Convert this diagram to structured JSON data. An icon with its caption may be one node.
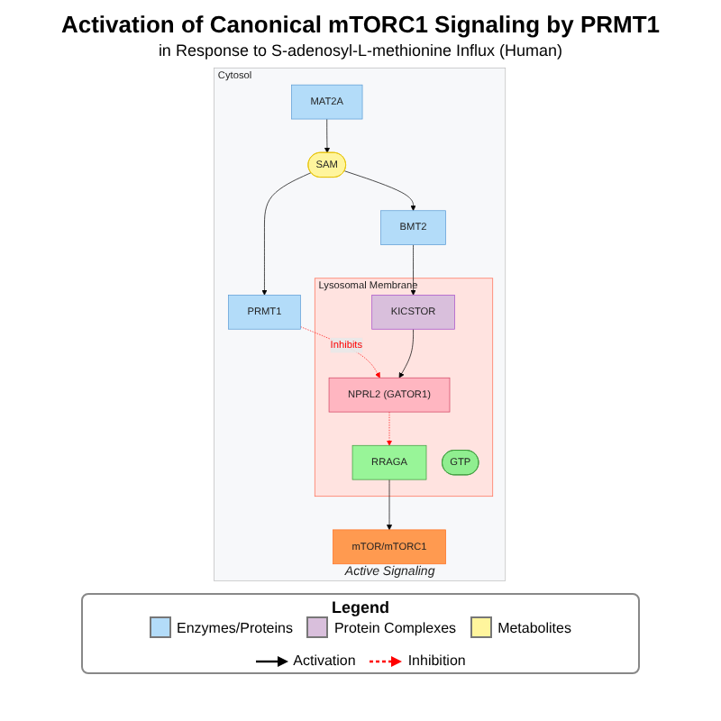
{
  "diagram": {
    "title": "Activation of Canonical mTORC1 Signaling by PRMT1",
    "nodes": [
      {
        "text": [
          "Cytosol"
        ]
      },
      {
        "text": [
          "MAT2A"
        ],
        "in": 0
      },
      {
        "text": [
          "SAM"
        ],
        "in": 0
      },
      {
        "text": [
          "Lysosomal Membrane"
        ],
        "in": 0
      },
      {
        "text": [
          "BMT2"
        ],
        "in": 0
      },
      {
        "text": [
          "PRMT1"
        ],
        "in": 0
      },
      {
        "text": [
          "KICSTOR"
        ],
        "in": 3
      },
      {
        "text": [
          "NPRL2 (GATOR1)"
        ],
        "in": 3
      },
      {
        "text": [
          "GTP"
        ],
        "in": 3
      },
      {
        "text": [
          "RRAGA"
        ],
        "in": 3
      },
      {
        "text": [
          "mTOR/mTORC1"
        ],
        "in": 0,
        "beside": [
          "Active Signaling"
        ]
      }
    ],
    "edges": [
      {
        "from": 1,
        "to": 2,
        "arrow": "to"
      },
      {
        "from": 2,
        "to": 4,
        "arrow": "to"
      },
      {
        "from": 2,
        "to": 5,
        "arrow": "to"
      },
      {
        "from": 5,
        "to": 7,
        "arrow": "to",
        "label": "Inhibits",
        "style": "dashed",
        "color": "#ff0000"
      },
      {
        "from": 4,
        "to": 6,
        "arrow": "to"
      },
      {
        "from": 6,
        "to": 7,
        "arrow": "to"
      },
      {
        "from": 7,
        "to": 9,
        "arrow": "to",
        "style": "dashed",
        "color": "#ff0000"
      },
      {
        "from": 9,
        "to": 10,
        "arrow": "to"
      }
    ],
    "labels": [
      "in Response to S-adenosyl-L-methionine Influx (Human)",
      "Legend"
    ],
    "legend": [
      {
        "text": "Enzymes/Proteins",
        "color": "#b3dcf9"
      },
      {
        "text": "Protein Complexes",
        "color": "#d9bfdc"
      },
      {
        "text": "Metabolites",
        "color": "#fff59d"
      },
      {
        "text": "Activation"
      },
      {
        "text": "Inhibition"
      }
    ]
  }
}
